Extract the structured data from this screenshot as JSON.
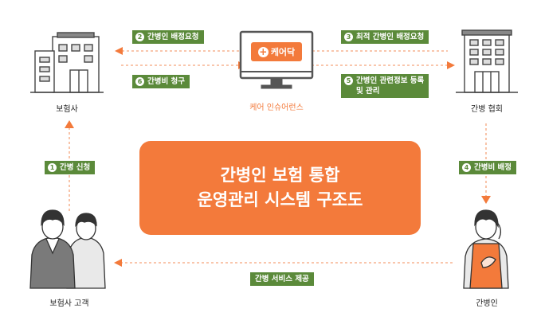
{
  "center": {
    "line1": "간병인 보험 통합",
    "line2": "운영관리 시스템 구조도"
  },
  "nodes": {
    "insurer": "보험사",
    "platform_brand": "케어닥",
    "platform_caption": "케어 인슈어런스",
    "association": "간병 협회",
    "customer": "보험사 고객",
    "caregiver": "간병인"
  },
  "steps": [
    {
      "num": "1",
      "text": "간병 신청"
    },
    {
      "num": "2",
      "text": "간병인 배정요청"
    },
    {
      "num": "3",
      "text": "최적 간병인 배정요청"
    },
    {
      "num": "4",
      "text": "간병비 배정"
    },
    {
      "num": "5",
      "text": "간병인 관련정보 등록\n및 관리"
    },
    {
      "num": "6",
      "text": "간병비 청구"
    }
  ],
  "service_label": "간병 서비스 제공",
  "colors": {
    "orange": "#f37a3b",
    "green": "#5b8a3a",
    "gray": "#555555",
    "light_arrow": "#f5a47b"
  }
}
